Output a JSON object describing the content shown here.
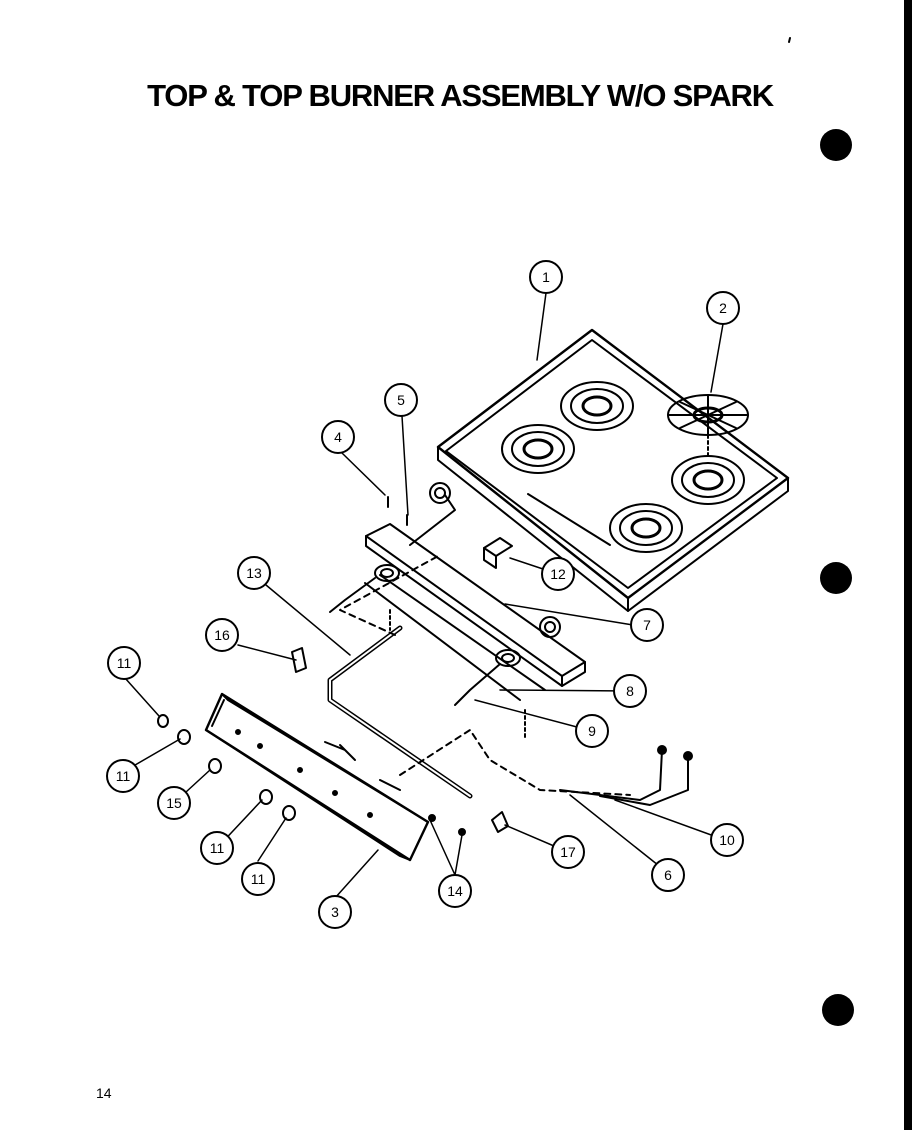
{
  "title": "TOP & TOP BURNER ASSEMBLY W/O SPARK",
  "page_number": "14",
  "callouts": {
    "c1": "1",
    "c2": "2",
    "c3": "3",
    "c4": "4",
    "c5": "5",
    "c6": "6",
    "c7": "7",
    "c8": "8",
    "c9": "9",
    "c10": "10",
    "c11a": "11",
    "c11b": "11",
    "c11c": "11",
    "c11d": "11",
    "c12": "12",
    "c13": "13",
    "c14": "14",
    "c15": "15",
    "c16": "16",
    "c17": "17"
  },
  "colors": {
    "ink": "#000000",
    "paper": "#ffffff"
  }
}
